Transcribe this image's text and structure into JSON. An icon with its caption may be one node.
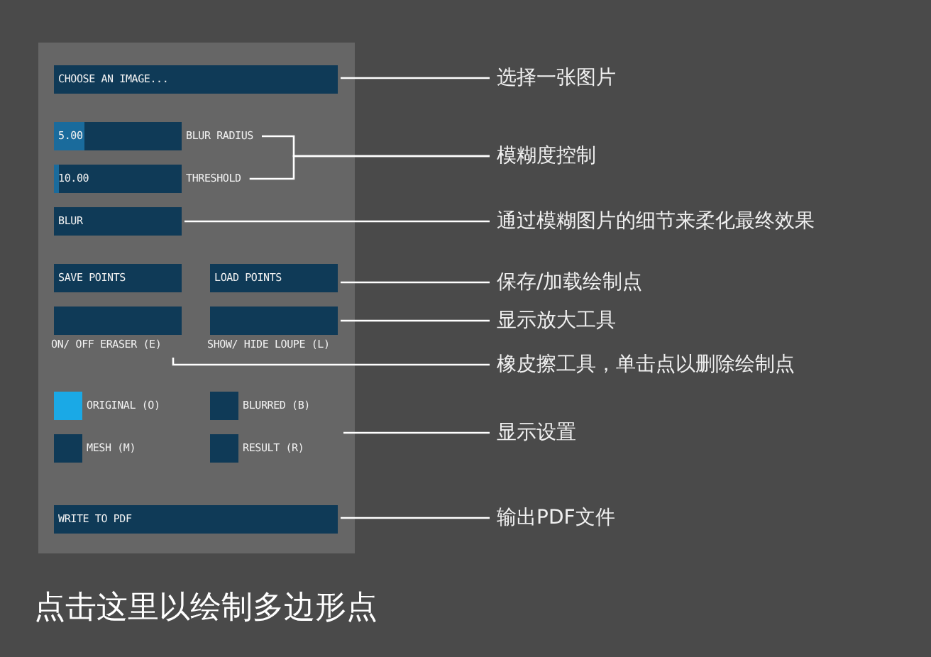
{
  "diagram": {
    "nodes": [
      {
        "text": [],
        "shape": "box"
      },
      {
        "text": [
          "CHOOSE AN IMAGE..."
        ],
        "in": 0
      },
      {
        "text": [
          "5.00"
        ],
        "in": 0,
        "beside": [
          "BLUR RADIUS"
        ]
      },
      {
        "text": [
          "10.00"
        ],
        "in": 0,
        "beside": [
          "THRESHOLD"
        ]
      },
      {
        "text": [
          "BLUR"
        ],
        "in": 0
      },
      {
        "text": [
          "SAVE POINTS"
        ],
        "in": 0
      },
      {
        "text": [
          "LOAD POINTS"
        ],
        "in": 0
      },
      {
        "text": [],
        "shape": "box",
        "in": 0,
        "beside": [
          "ON/ OFF ERASER (E)"
        ]
      },
      {
        "text": [],
        "shape": "box",
        "in": 0,
        "beside": [
          "SHOW/ HIDE LOUPE (L)"
        ]
      },
      {
        "text": [],
        "shape": "box",
        "in": 0,
        "beside": [
          "ORIGINAL (O)"
        ]
      },
      {
        "text": [],
        "shape": "box",
        "in": 0,
        "beside": [
          "BLURRED (B)"
        ]
      },
      {
        "text": [],
        "shape": "box",
        "in": 0,
        "beside": [
          "MESH (M)"
        ]
      },
      {
        "text": [],
        "shape": "box",
        "in": 0,
        "beside": [
          "RESULT (R)"
        ]
      },
      {
        "text": [
          "WRITE TO PDF"
        ],
        "in": 0
      },
      {
        "text": [
          "选择一张图片"
        ]
      },
      {
        "text": [
          "模糊度控制"
        ]
      },
      {
        "text": [
          "通过模糊图片的细节来柔化最终效果"
        ]
      },
      {
        "text": [
          "保存/加载绘制点"
        ]
      },
      {
        "text": [
          "显示放大工具"
        ]
      },
      {
        "text": [
          "橡皮擦工具，单击点以删除绘制点"
        ]
      },
      {
        "text": [
          "显示设置"
        ]
      },
      {
        "text": [
          "输出PDF文件"
        ]
      }
    ],
    "edges": [
      {
        "from": 14,
        "to": 1,
        "arrow": "none"
      },
      {
        "from": 15,
        "to": 2,
        "arrow": "none"
      },
      {
        "from": 15,
        "to": 3,
        "arrow": "none"
      },
      {
        "from": 16,
        "to": 4,
        "arrow": "none"
      },
      {
        "from": 17,
        "to": 6,
        "arrow": "none"
      },
      {
        "from": 18,
        "to": 8,
        "arrow": "none"
      },
      {
        "from": 19,
        "to": 7,
        "arrow": "none"
      },
      {
        "from": 20,
        "to": 0,
        "arrow": "none"
      },
      {
        "from": 21,
        "to": 13,
        "arrow": "none"
      }
    ],
    "labels": [
      "点击这里以绘制多边形点"
    ]
  }
}
